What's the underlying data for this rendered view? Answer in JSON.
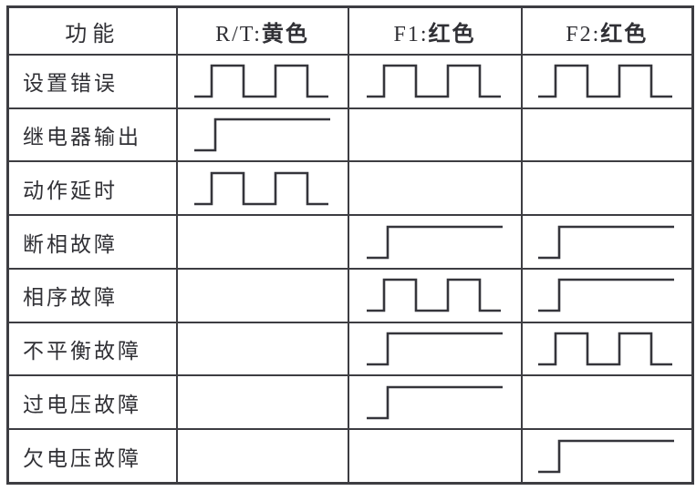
{
  "table": {
    "header": {
      "function_label": "功能",
      "columns": [
        {
          "id": "rt",
          "label": "R/T:",
          "color_label": "黄色"
        },
        {
          "id": "f1",
          "label": "F1:",
          "color_label": "红色"
        },
        {
          "id": "f2",
          "label": "F2:",
          "color_label": "红色"
        }
      ]
    },
    "rows": [
      {
        "label": "设置错误",
        "rt": "blink",
        "f1": "blink",
        "f2": "blink"
      },
      {
        "label": "继电器输出",
        "rt": "on",
        "f1": "",
        "f2": ""
      },
      {
        "label": "动作延时",
        "rt": "blink",
        "f1": "",
        "f2": ""
      },
      {
        "label": "断相故障",
        "rt": "",
        "f1": "on",
        "f2": "on"
      },
      {
        "label": "相序故障",
        "rt": "",
        "f1": "blink",
        "f2": "on"
      },
      {
        "label": "不平衡故障",
        "rt": "",
        "f1": "on",
        "f2": "blink"
      },
      {
        "label": "过电压故障",
        "rt": "",
        "f1": "on",
        "f2": ""
      },
      {
        "label": "欠电压故障",
        "rt": "",
        "f1": "",
        "f2": "on"
      }
    ],
    "waveform_legend": {
      "blink": "pulse-waveform",
      "on": "step-waveform",
      "": "no-signal"
    }
  },
  "colors": {
    "background": "#ffffff",
    "border": "#3d3d42",
    "line": "#35353b",
    "text": "#303035"
  }
}
